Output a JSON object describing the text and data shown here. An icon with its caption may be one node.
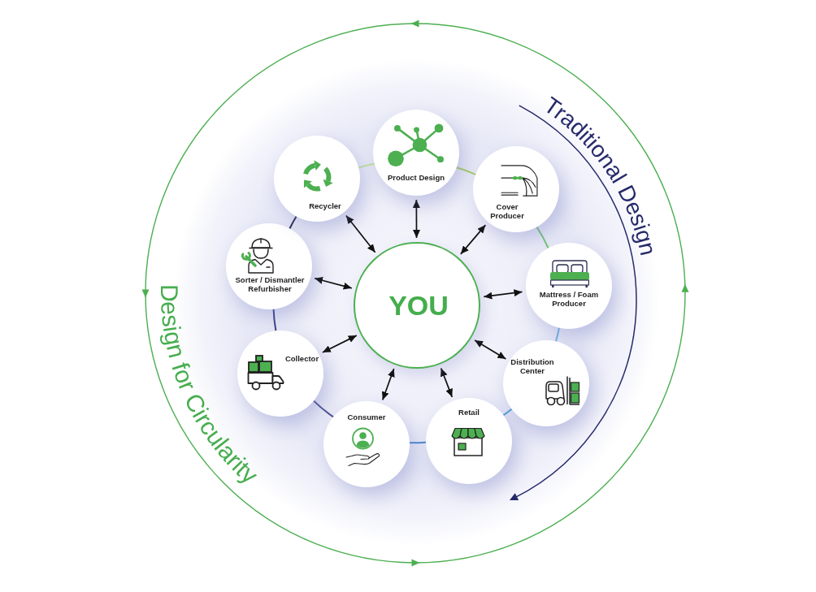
{
  "diagram": {
    "nodes": [
      {
        "text": [
          "Product Design"
        ]
      },
      {
        "text": [
          "Cover Producer"
        ]
      },
      {
        "text": [
          "Mattress / Foam Producer"
        ]
      },
      {
        "text": [
          "Distribution Center"
        ]
      },
      {
        "text": [
          "Retail"
        ]
      },
      {
        "text": [
          "Consumer"
        ]
      },
      {
        "text": [
          "Collector"
        ]
      },
      {
        "text": [
          "Sorter / Dismantler Refurbisher"
        ]
      },
      {
        "text": [
          "Recycler"
        ]
      },
      {
        "text": [
          "YOU"
        ]
      }
    ],
    "edges": [
      {
        "from": 8,
        "to": 0,
        "arrow": "none",
        "color": "#c4e49c"
      },
      {
        "from": 0,
        "to": 1,
        "arrow": "none",
        "color": "#a8d060"
      },
      {
        "from": 1,
        "to": 2,
        "arrow": "none",
        "color": "#78c478"
      },
      {
        "from": 2,
        "to": 3,
        "arrow": "none",
        "color": "#6fb6e6"
      },
      {
        "from": 3,
        "to": 4,
        "arrow": "none",
        "color": "#4da0dc"
      },
      {
        "from": 4,
        "to": 5,
        "arrow": "none",
        "color": "#4a88d2"
      },
      {
        "from": 5,
        "to": 6,
        "arrow": "none",
        "color": "#4c5190"
      },
      {
        "from": 6,
        "to": 7,
        "arrow": "none",
        "color": "#3b3f8a"
      },
      {
        "from": 7,
        "to": 8,
        "arrow": "none",
        "color": "#2b2e4e"
      },
      {
        "from": 9,
        "to": 0,
        "arrow": "both"
      },
      {
        "from": 9,
        "to": 1,
        "arrow": "both"
      },
      {
        "from": 9,
        "to": 2,
        "arrow": "both"
      },
      {
        "from": 9,
        "to": 3,
        "arrow": "both"
      },
      {
        "from": 9,
        "to": 4,
        "arrow": "both"
      },
      {
        "from": 9,
        "to": 5,
        "arrow": "both"
      },
      {
        "from": 9,
        "to": 6,
        "arrow": "both"
      },
      {
        "from": 9,
        "to": 7,
        "arrow": "both"
      },
      {
        "from": 9,
        "to": 8,
        "arrow": "both"
      }
    ],
    "labels": [
      "Traditional Design",
      "Design for Circularity"
    ]
  }
}
